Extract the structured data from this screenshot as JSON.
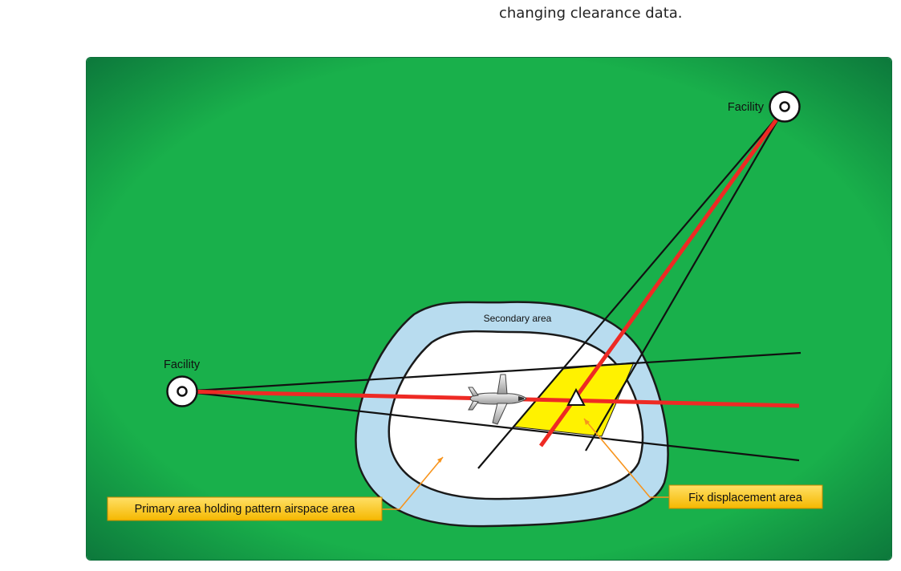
{
  "header": {
    "text": "changing clearance data."
  },
  "diagram": {
    "facility_top_label": "Facility",
    "facility_left_label": "Facility",
    "secondary_area_label": "Secondary area",
    "primary_area_callout": "Primary area holding pattern airspace area",
    "fix_displacement_callout": "Fix displacement area",
    "colors": {
      "background": "#19b04b",
      "secondary_area": "#b8dcef",
      "primary_area": "#ffffff",
      "fix_area": "#fff200",
      "radial": "#ee2a24",
      "callout_fill": "#f9c013",
      "callout_line": "#f7941d"
    },
    "icons": [
      "facility-icon",
      "airplane-icon",
      "fix-triangle-icon"
    ]
  }
}
